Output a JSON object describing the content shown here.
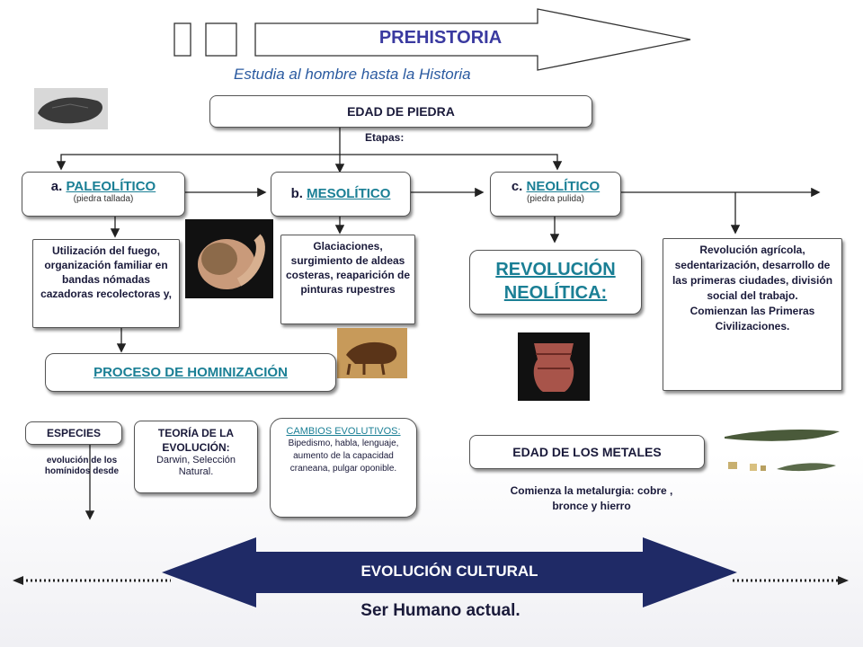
{
  "header": {
    "title": "PREHISTORIA",
    "subtitle": "Estudia al hombre hasta la Historia"
  },
  "edad_piedra": {
    "label": "EDAD DE PIEDRA",
    "etapas": "Etapas:"
  },
  "paleolitico": {
    "prefix": "a.",
    "name": "PALEOLÍTICO",
    "note": "(piedra tallada)",
    "description": "Utilización del fuego, organización familiar en bandas nómadas cazadoras recolectoras y,"
  },
  "mesolitico": {
    "prefix": "b.",
    "name": "MESOLÍTICO",
    "description": "Glaciaciones, surgimiento de aldeas costeras, reaparición de pinturas rupestres"
  },
  "neolitico": {
    "prefix": "c.",
    "name": "NEOLÍTICO",
    "note": "(piedra pulida)",
    "revolucion": "REVOLUCIÓN NEOLÍTICA:",
    "description_1": "Revolución agrícola, sedentarización, desarrollo de las primeras ciudades, división social del trabajo.",
    "description_2": "Comienzan las Primeras Civilizaciones."
  },
  "hominizacion": {
    "label": "PROCESO DE HOMINIZACIÓN",
    "especies": "ESPECIES",
    "especies_note": "evolución de los homínidos desde",
    "teoria_title": "TEORÍA DE LA EVOLUCIÓN:",
    "teoria_text": "Darwin, Selección Natural.",
    "cambios_title": "CAMBIOS EVOLUTIVOS:",
    "cambios_text": "Bipedismo, habla, lenguaje, aumento de la capacidad craneana, pulgar oponible."
  },
  "metales": {
    "label": "EDAD DE LOS METALES",
    "note": "Comienza la metalurgia: cobre , bronce y hierro"
  },
  "footer": {
    "evolucion": "EVOLUCIÓN CULTURAL",
    "ser_humano": "Ser Humano actual."
  },
  "colors": {
    "navy": "#1f2a66",
    "link": "#1a7f95",
    "text": "#1a1a3a"
  }
}
